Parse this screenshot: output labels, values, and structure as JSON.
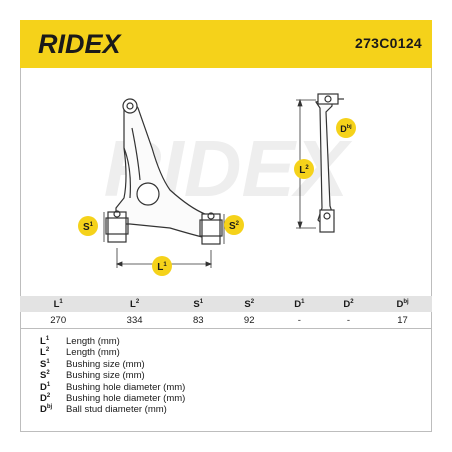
{
  "header": {
    "brand": "RIDEX",
    "part_number": "273C0124",
    "accent": "#f5d21a"
  },
  "drawing": {
    "labels": {
      "S1": {
        "base": "S",
        "sup": "1"
      },
      "S2": {
        "base": "S",
        "sup": "2"
      },
      "L1": {
        "base": "L",
        "sup": "1"
      },
      "L2": {
        "base": "L",
        "sup": "2"
      },
      "DBJ": {
        "base": "D",
        "sup": "bj"
      }
    },
    "watermark": "RIDEX"
  },
  "table": {
    "headers": [
      {
        "base": "L",
        "sup": "1"
      },
      {
        "base": "L",
        "sup": "2"
      },
      {
        "base": "S",
        "sup": "1"
      },
      {
        "base": "S",
        "sup": "2"
      },
      {
        "base": "D",
        "sup": "1"
      },
      {
        "base": "D",
        "sup": "2"
      },
      {
        "base": "D",
        "sup": "bj"
      }
    ],
    "values": [
      "270",
      "334",
      "83",
      "92",
      "-",
      "-",
      "17"
    ]
  },
  "legend": [
    {
      "base": "L",
      "sup": "1",
      "text": "Length (mm)"
    },
    {
      "base": "L",
      "sup": "2",
      "text": "Length (mm)"
    },
    {
      "base": "S",
      "sup": "1",
      "text": "Bushing size (mm)"
    },
    {
      "base": "S",
      "sup": "2",
      "text": "Bushing size (mm)"
    },
    {
      "base": "D",
      "sup": "1",
      "text": "Bushing hole diameter (mm)"
    },
    {
      "base": "D",
      "sup": "2",
      "text": "Bushing hole diameter (mm)"
    },
    {
      "base": "D",
      "sup": "bj",
      "text": "Ball stud diameter (mm)"
    }
  ]
}
